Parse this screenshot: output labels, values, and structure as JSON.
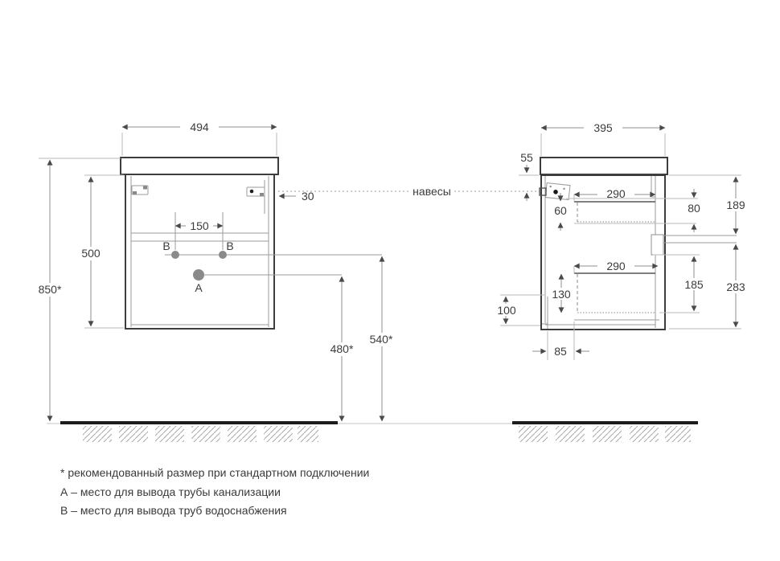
{
  "front_view": {
    "width": "494",
    "body_height": "500",
    "install_height": "850*",
    "holes_spacing": "150",
    "hanger_inset": "30",
    "water_line_height": "540*",
    "drain_line_height": "480*",
    "label_a": "A",
    "label_b_left": "B",
    "label_b_right": "B"
  },
  "side_view": {
    "depth": "395",
    "hanger_drop": "55",
    "drawer_top_width": "290",
    "drawer_top_height": "60",
    "drawer_top_gap": "80",
    "upper_zone": "189",
    "drawer_bottom_width": "290",
    "drawer_bottom_height": "130",
    "drawer_bottom_gap": "185",
    "lower_zone": "283",
    "back_cutout": "100",
    "drawer_back_offset": "85"
  },
  "labels": {
    "hangers": "навесы"
  },
  "notes": {
    "asterisk": "* рекомендованный размер при стандартном подключении",
    "a": "А – место для вывода трубы канализации",
    "b": "В – место для вывода труб водоснабжения"
  },
  "colors": {
    "outline": "#3d3d3d",
    "dimension": "#8f8f8f",
    "hole_fill": "#8a8a8a",
    "floor": "#1c1c1c"
  }
}
